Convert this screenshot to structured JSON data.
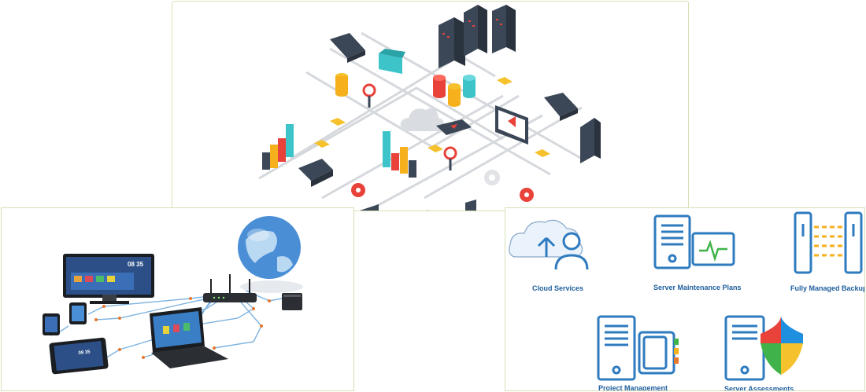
{
  "colors": {
    "panel_border": "#d6dfb5",
    "service_blue": "#2e7bbf",
    "label_blue": "#1f5f9e",
    "server_dark": "#3b4656",
    "accent_red": "#e8423a",
    "accent_yellow": "#f5c12c",
    "accent_teal": "#3cc4c9"
  },
  "services": {
    "cloud": "Cloud Services",
    "maintenance": "Server Maintenance Plans",
    "backup": "Fully Managed Backup",
    "project": "Project Management",
    "assessments": "Server Assessments"
  },
  "devices": {
    "monitor_clock": "08 35",
    "tablet_clock": "08 35"
  }
}
